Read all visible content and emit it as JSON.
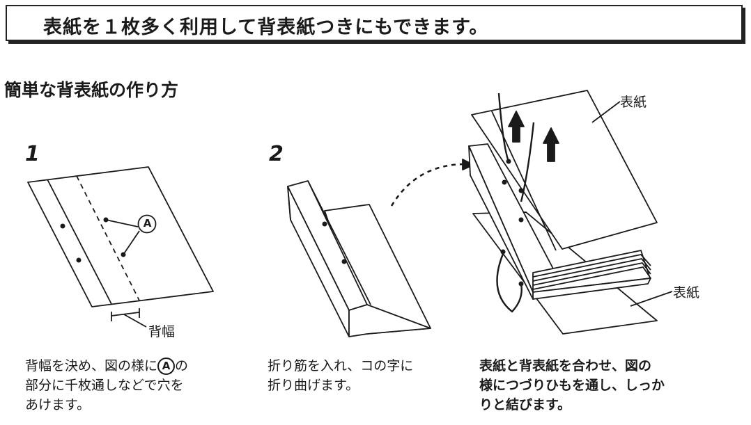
{
  "banner": {
    "text": "表紙を１枚多く利用して背表紙つきにもできます。"
  },
  "section_title": "簡単な背表紙の作り方",
  "steps": [
    {
      "number": "1",
      "marker": "A",
      "spine_label": "背幅",
      "desc_lines": [
        {
          "before": "背幅を決め、図の様に",
          "marker": "A",
          "after": "の"
        },
        "部分に千枚通しなどで穴を",
        "あけます。"
      ]
    },
    {
      "number": "2",
      "desc_lines": [
        "折り筋を入れ、コの字に",
        "折り曲げます。"
      ]
    },
    {
      "cover_label_top": "表紙",
      "cover_label_bottom": "表紙",
      "desc_lines": [
        "表紙と背表紙を合わせ、図の",
        "様につづりひもを通し、しっか",
        "りと結びます。"
      ]
    }
  ]
}
